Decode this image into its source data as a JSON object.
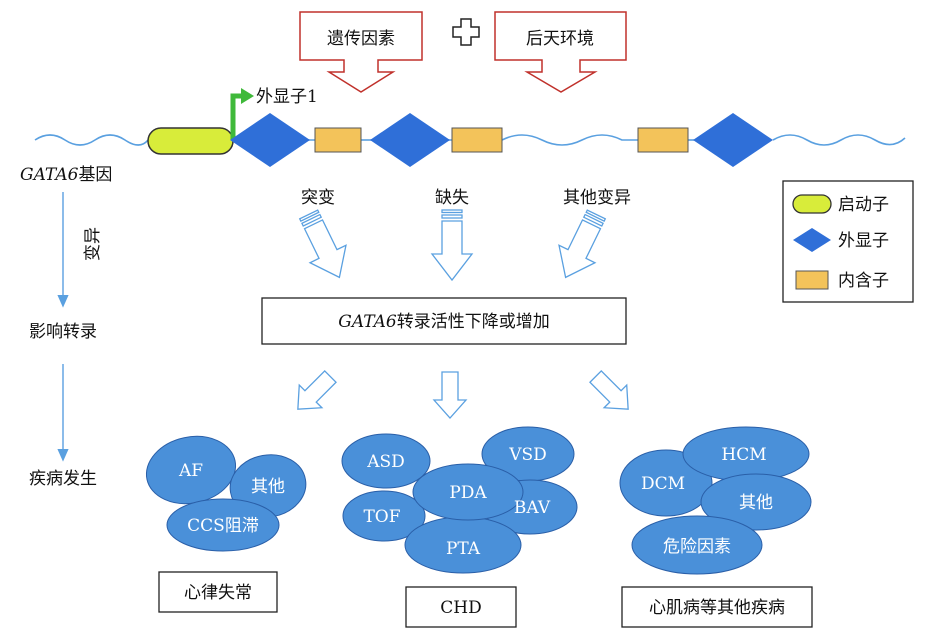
{
  "top": {
    "genetic_factor": "遗传因素",
    "environment": "后天环境"
  },
  "gene": {
    "name_italic": "GATA6",
    "name_suffix": "基因",
    "exon1": "外显子1"
  },
  "legend": {
    "promoter": "启动子",
    "exon": "外显子",
    "intron": "内含子"
  },
  "variants": {
    "mutation": "突变",
    "deletion": "缺失",
    "other": "其他变异"
  },
  "center": {
    "italic": "GATA6",
    "text": "转录活性下降或增加"
  },
  "flow": {
    "variation": "变异",
    "affect": "影响转录",
    "disease": "疾病发生"
  },
  "arrhythmia": {
    "items": [
      "AF",
      "其他",
      "CCS阻滞"
    ],
    "label": "心律失常"
  },
  "chd": {
    "items": [
      "ASD",
      "VSD",
      "PDA",
      "TOF",
      "BAV",
      "PTA"
    ],
    "label": "CHD"
  },
  "cardiomyopathy": {
    "items": [
      "HCM",
      "DCM",
      "其他",
      "危险因素"
    ],
    "label": "心肌病等其他疾病"
  },
  "colors": {
    "promoter": "#d8ec3a",
    "exon": "#2f6fd8",
    "intron": "#f3c35a",
    "ellipse": "#4a90d9",
    "red_box": "#c0312b",
    "line": "#5aa0e0"
  }
}
